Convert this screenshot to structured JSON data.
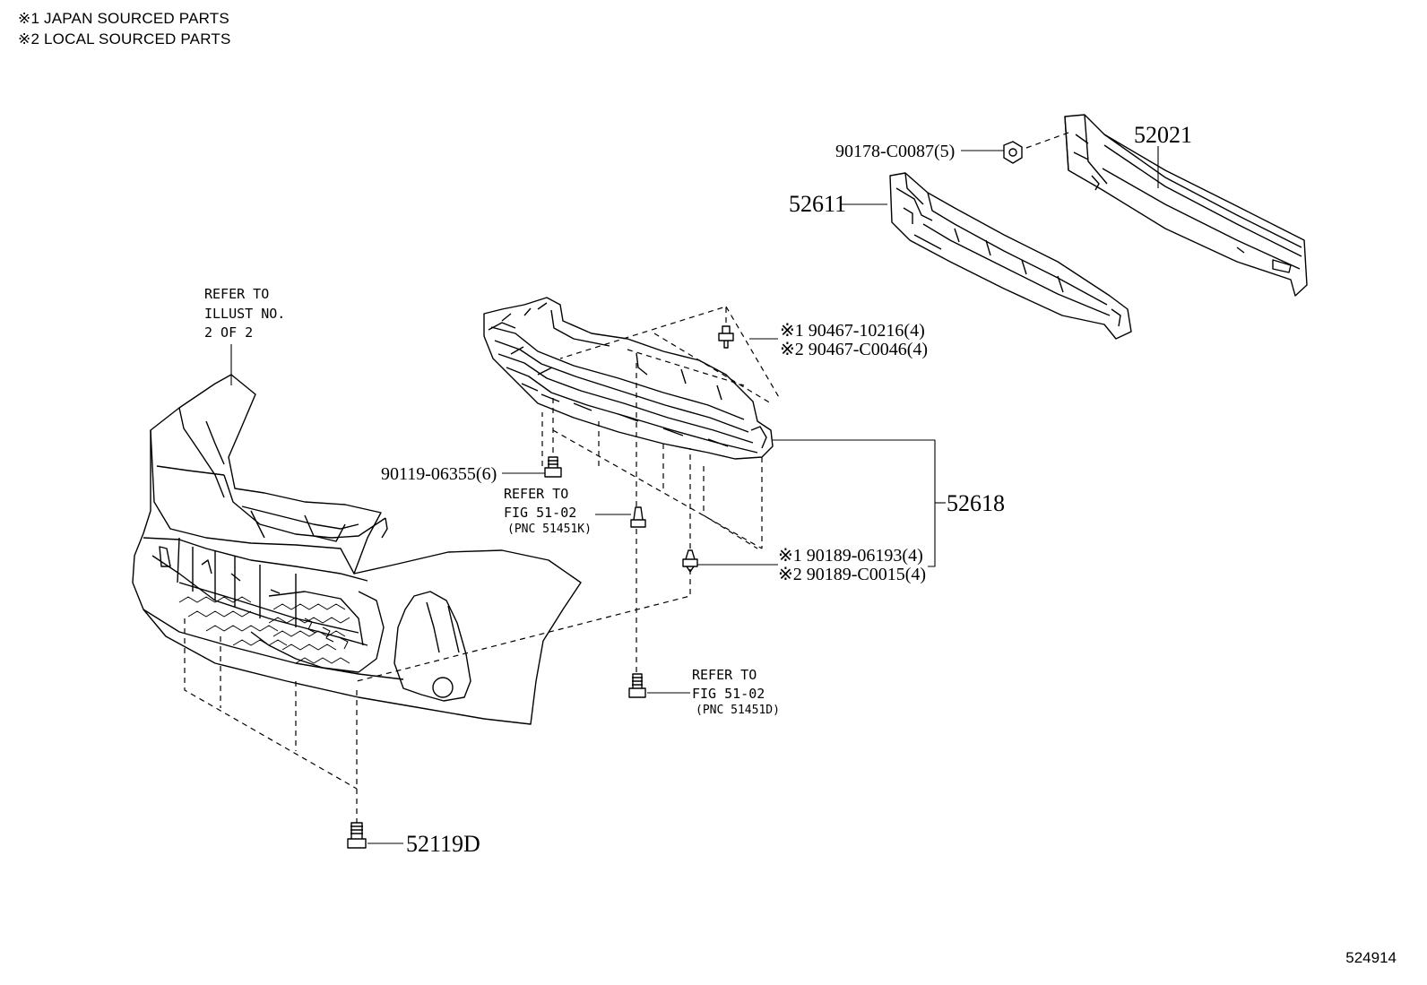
{
  "legend": {
    "item1": "※1 JAPAN SOURCED PARTS",
    "item2": "※2 LOCAL SOURCED PARTS"
  },
  "callouts": {
    "reinforcement": "52021",
    "absorber": "52611",
    "reinf_nut": "90178-C0087(5)",
    "cover_part": "52618",
    "clip_a_1": "※1 90467-10216(4)",
    "clip_a_2": "※2 90467-C0046(4)",
    "bolt_6": "90119-06355(6)",
    "clip_b_1": "※1 90189-06193(4)",
    "clip_b_2": "※2 90189-C0015(4)",
    "screw_lower": "52119D"
  },
  "notes": {
    "refer_illust": [
      "REFER TO",
      "ILLUST NO.",
      "2 OF 2"
    ],
    "refer_fig_upper": [
      "REFER TO",
      "FIG 51-02",
      "(PNC 51451K)"
    ],
    "refer_fig_lower": [
      "REFER TO",
      "FIG 51-02",
      "(PNC 51451D)"
    ]
  },
  "illustration_id": "524914"
}
